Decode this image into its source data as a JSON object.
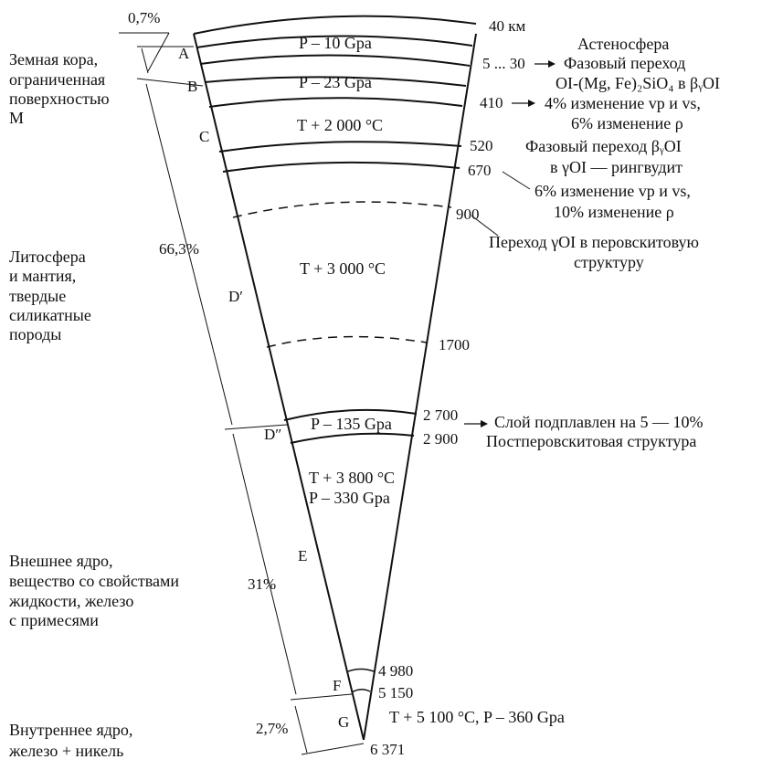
{
  "left_labels": {
    "crust": [
      "Земная кора,",
      "ограниченная",
      "поверхностью",
      "М"
    ],
    "mantle": [
      "Литосфера",
      "и мантия,",
      "твердые",
      "силикатные",
      "породы"
    ],
    "outer_core": [
      "Внешнее ядро,",
      "вещество со свойствами",
      "жидкости, железо",
      "с примесями"
    ],
    "inner_core": [
      "Внутреннее ядро,",
      "железо + никель"
    ]
  },
  "percentages": {
    "crust": "0,7%",
    "mantle": "66,3%",
    "outer_core": "31%",
    "inner_core": "2,7%"
  },
  "zone_letters": {
    "A": "A",
    "B": "B",
    "C": "C",
    "D1": "D′",
    "D2": "D″",
    "E": "E",
    "F": "F",
    "G": "G"
  },
  "inside_labels": {
    "p10": "P – 10 Gpa",
    "p23": "P – 23 Gpa",
    "t2000": "T + 2 000 °C",
    "t3000": "T + 3 000 °C",
    "p135": "P – 135 Gpa",
    "t3800": "T + 3 800 °C",
    "p330": "P – 330 Gpa",
    "core_inner": "T + 5 100 °C, P – 360 Gpa"
  },
  "depths": {
    "d40": "40 км",
    "d5_30": "5 ... 30",
    "d410": "410",
    "d520": "520",
    "d670": "670",
    "d900": "900",
    "d1700": "1700",
    "d2700": "2 700",
    "d2900": "2 900",
    "d4980": "4 980",
    "d5150": "5 150",
    "d6371": "6 371"
  },
  "right_notes": {
    "asthenosphere": "Астеносфера",
    "phase1_title": "Фазовый переход",
    "phase1_formula": "OI-(Mg, Fe)₂SiO₄ в βᵧOI",
    "change4": "4% изменение vp и vs,",
    "change6": "6%   изменение ρ",
    "phase2_title": "Фазовый переход βᵧOI",
    "phase2_sub": "в γOI — рингвудит",
    "change6b": "6% изменение vp и vs,",
    "change10": "10%   изменение ρ",
    "perovskite1": "Переход γOI в перовскитовую",
    "perovskite2": "структуру",
    "layer1": "Слой подплавлен на 5 — 10%",
    "layer2": "Постперовскитовая структура"
  }
}
